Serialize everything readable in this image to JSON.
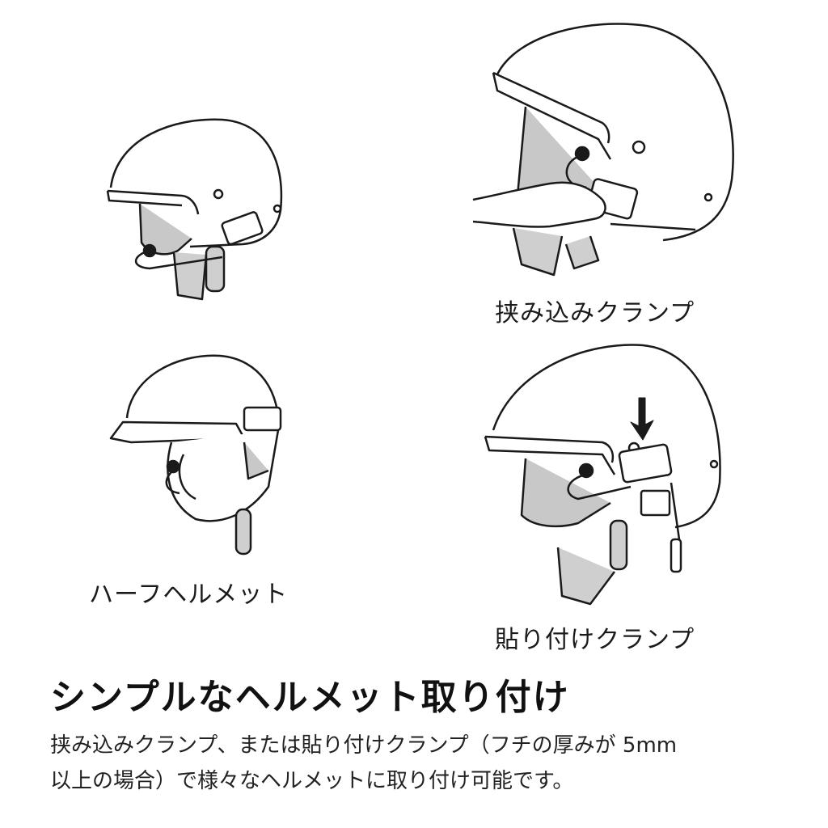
{
  "captions": {
    "clamp_insert": "挟み込みクランプ",
    "half_helmet": "ハーフヘルメット",
    "clamp_adhesive": "貼り付けクランプ"
  },
  "heading": "シンプルなヘルメット取り付け",
  "description": {
    "line1": "挟み込みクランプ、または貼り付けクランプ（フチの厚みが 5mm",
    "line2": "以上の場合）で様々なヘルメットに取り付け可能です。"
  },
  "colors": {
    "line": "#1a1a1a",
    "padding": "#c8c8c8",
    "strap": "#cfcfcf"
  },
  "icons": [
    "helmet-illustration",
    "hand-illustration",
    "arrow-down-icon",
    "intercom-device-icon"
  ]
}
